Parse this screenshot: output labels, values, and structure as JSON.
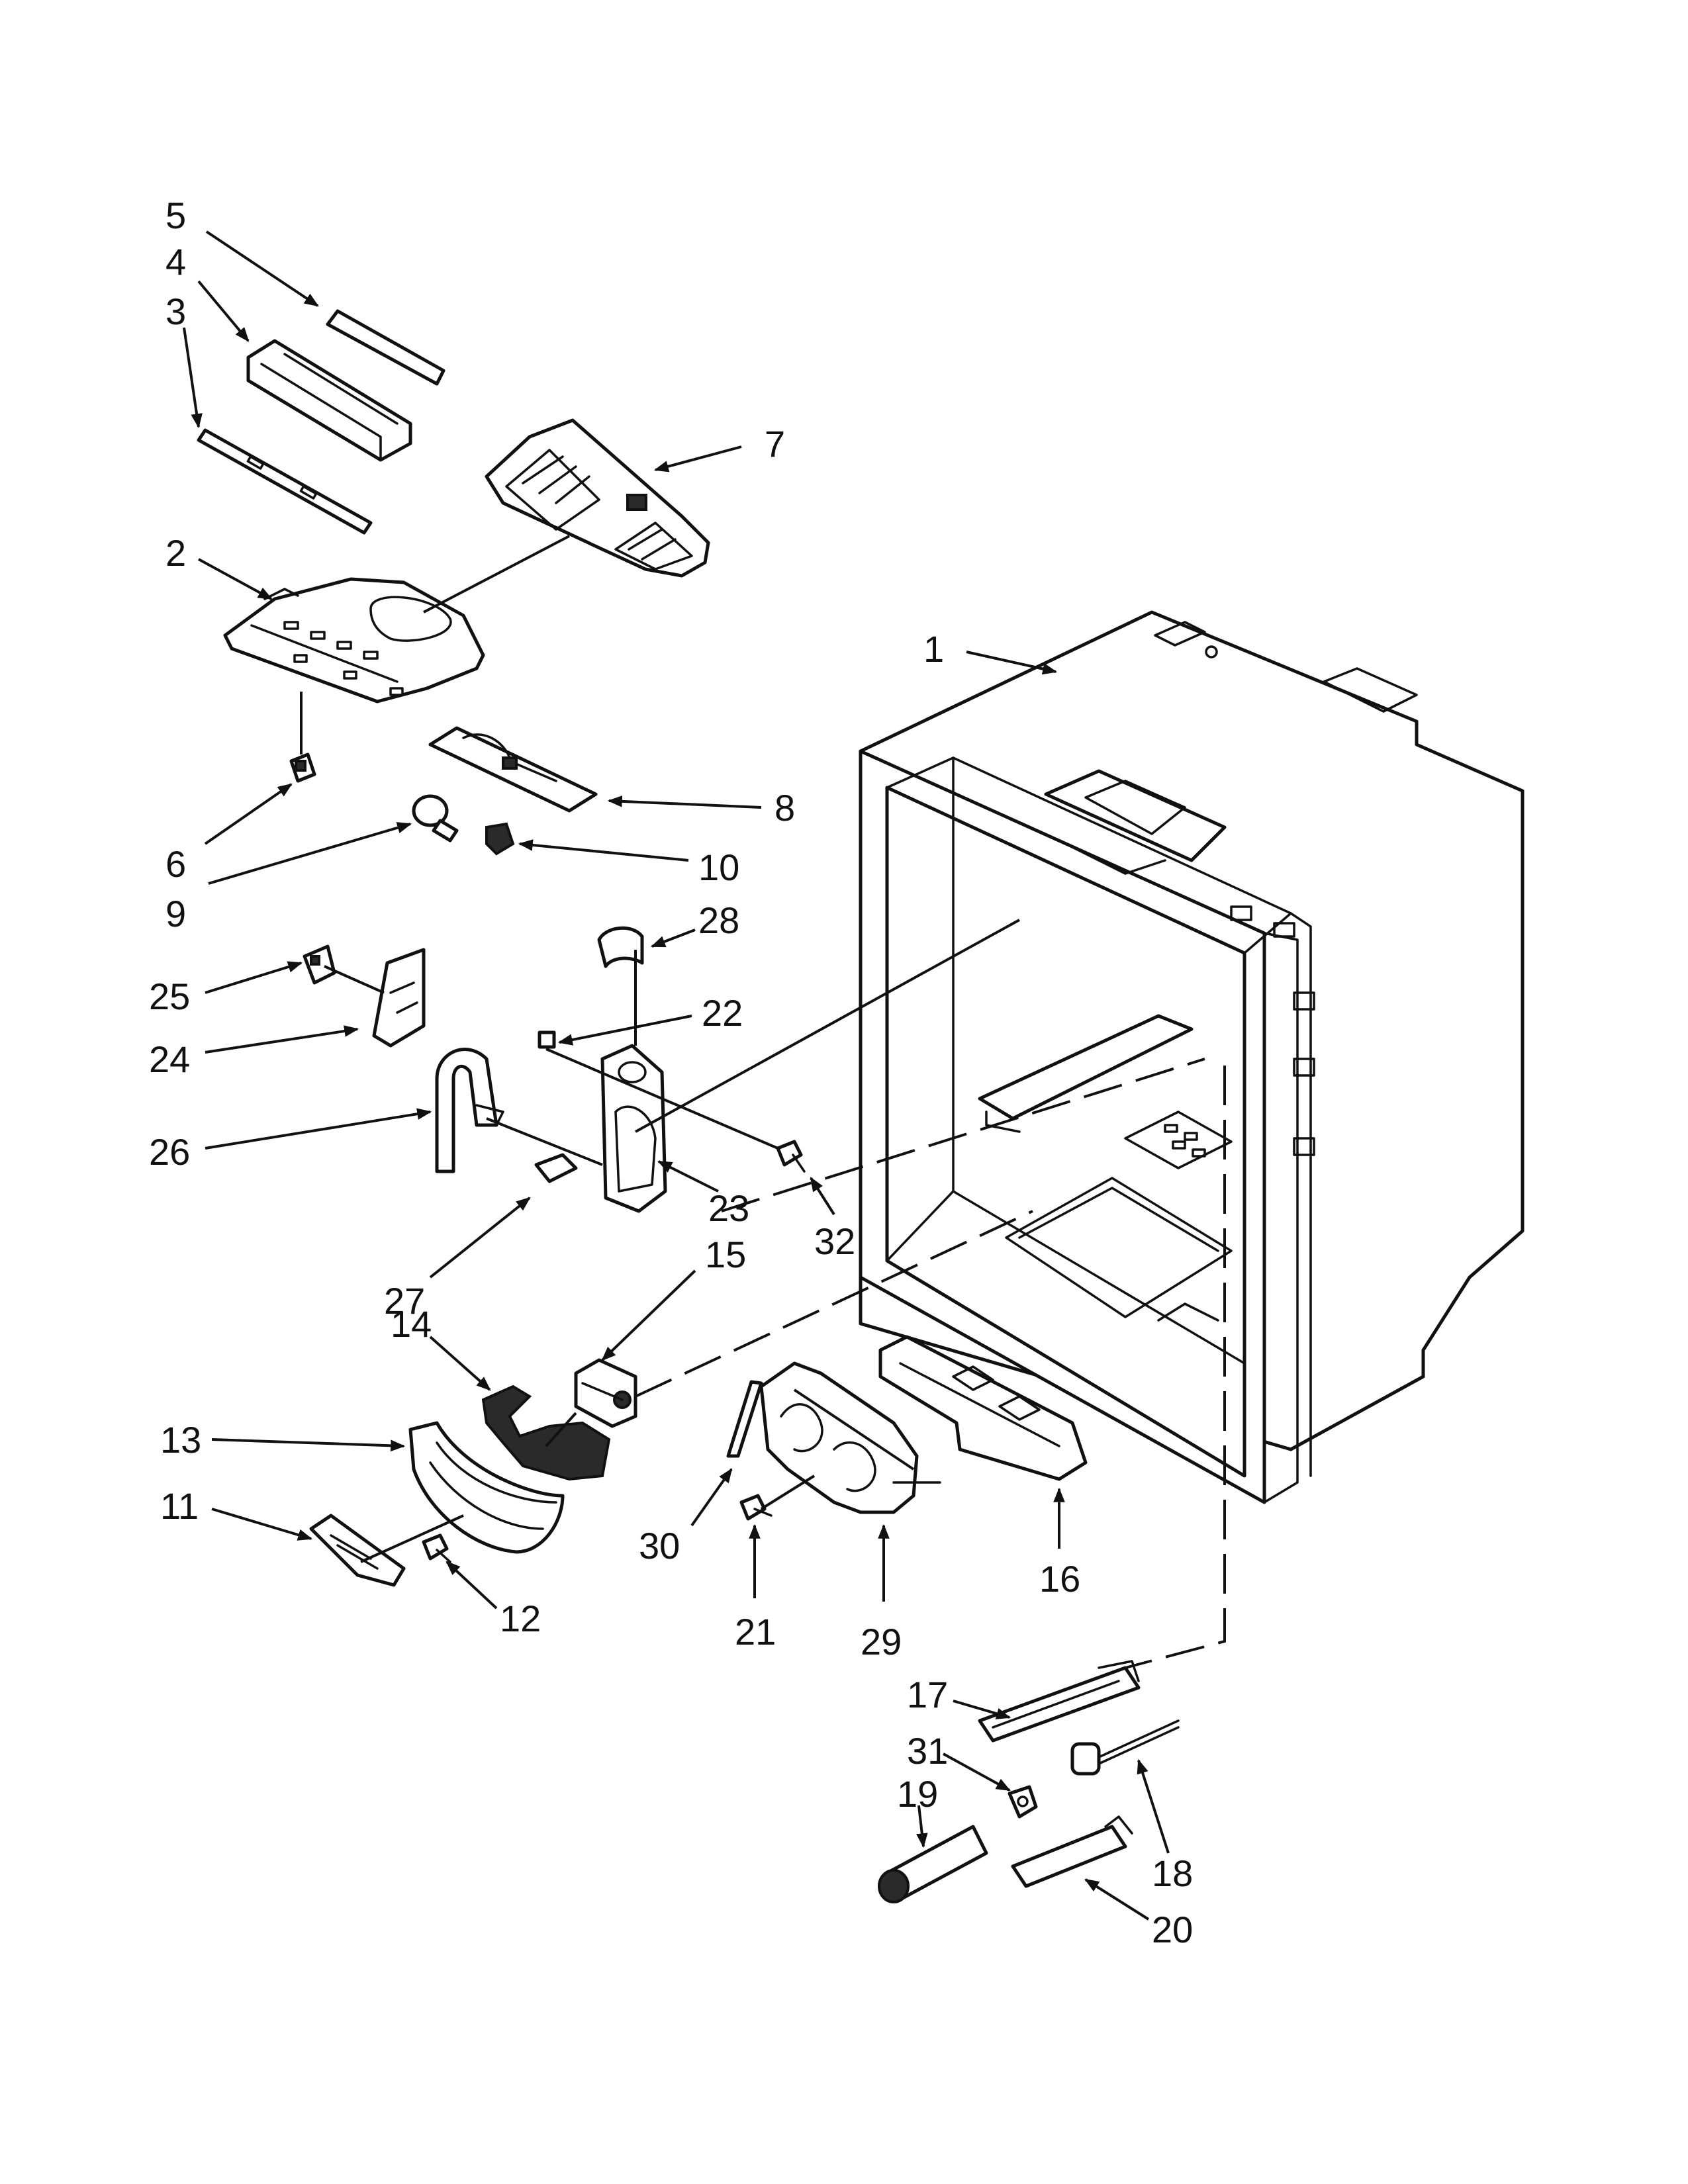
{
  "diagram": {
    "callouts": [
      "1",
      "2",
      "3",
      "4",
      "5",
      "6",
      "7",
      "8",
      "9",
      "10",
      "11",
      "12",
      "13",
      "14",
      "15",
      "16",
      "17",
      "18",
      "19",
      "20",
      "21",
      "22",
      "23",
      "24",
      "25",
      "26",
      "27",
      "28",
      "29",
      "30",
      "31",
      "32"
    ],
    "colors": {
      "ink": "#111111",
      "background": "#ffffff"
    }
  }
}
